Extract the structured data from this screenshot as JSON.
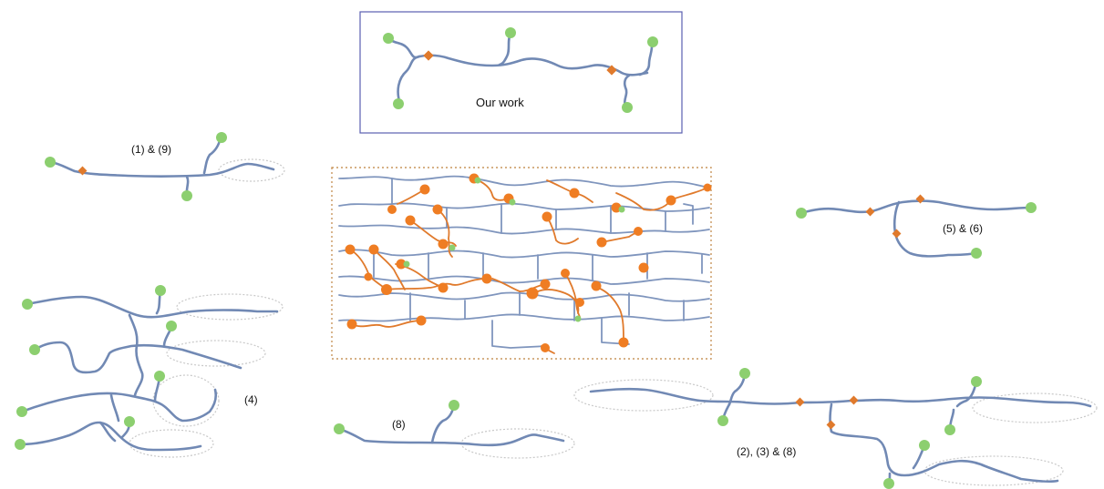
{
  "figure": {
    "labels": {
      "our_work": "Our work",
      "panel_1_9": "(1) & (9)",
      "panel_5_6": "(5) & (6)",
      "panel_4": "(4)",
      "panel_8": "(8)",
      "panel_2_3_8": "(2), (3) & (8)"
    },
    "colors": {
      "backbone": "#7189b4",
      "end_bead": "#8ccf6f",
      "branch_node": "#e07a2c",
      "box_border": "#5b5fb0",
      "dotted_border": "#c9965d"
    }
  }
}
